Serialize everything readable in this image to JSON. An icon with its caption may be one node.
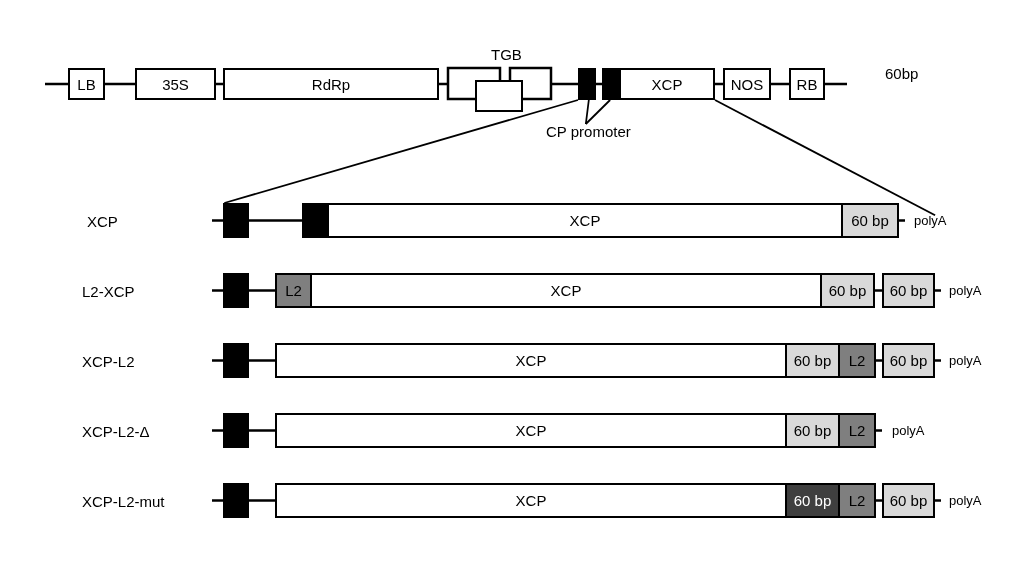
{
  "diagram": {
    "nodes": [
      {
        "text": [
          "LB"
        ]
      },
      {
        "text": [
          "35S"
        ]
      },
      {
        "text": [
          "RdRp"
        ]
      },
      {
        "text": [
          "TGB"
        ]
      },
      {
        "text": [],
        "shape": "box"
      },
      {
        "text": [],
        "shape": "box"
      },
      {
        "text": [],
        "shape": "box"
      },
      {
        "text": [
          "XCP"
        ]
      },
      {
        "text": [
          "NOS"
        ]
      },
      {
        "text": [
          "RB"
        ]
      },
      {
        "text": [
          "CP promoter"
        ]
      },
      {
        "text": [],
        "shape": "box"
      },
      {
        "text": [],
        "shape": "box"
      },
      {
        "text": [
          "XCP"
        ]
      },
      {
        "text": [
          "60 bp"
        ]
      },
      {
        "text": [],
        "shape": "box"
      },
      {
        "text": [
          "L2"
        ]
      },
      {
        "text": [
          "XCP"
        ]
      },
      {
        "text": [
          "60 bp"
        ]
      },
      {
        "text": [
          "60 bp"
        ]
      },
      {
        "text": [],
        "shape": "box"
      },
      {
        "text": [
          "XCP"
        ]
      },
      {
        "text": [
          "60 bp"
        ]
      },
      {
        "text": [
          "L2"
        ]
      },
      {
        "text": [
          "60 bp"
        ]
      },
      {
        "text": [],
        "shape": "box"
      },
      {
        "text": [
          "XCP"
        ]
      },
      {
        "text": [
          "60 bp"
        ]
      },
      {
        "text": [
          "L2"
        ]
      },
      {
        "text": [],
        "shape": "box"
      },
      {
        "text": [
          "XCP"
        ]
      },
      {
        "text": [
          "60 bp"
        ]
      },
      {
        "text": [
          "L2"
        ]
      },
      {
        "text": [
          "60 bp"
        ]
      },
      {
        "text": [
          "polyA"
        ]
      }
    ],
    "edges": [
      {
        "from": 10,
        "to": 5,
        "arrow": "none"
      },
      {
        "from": 10,
        "to": 6,
        "arrow": "none"
      },
      {
        "from": 5,
        "to": 11,
        "arrow": "none"
      },
      {
        "from": 7,
        "to": 34,
        "arrow": "none"
      }
    ],
    "labels": [
      "60bp",
      "XCP",
      "L2-XCP",
      "polyA",
      "XCP-L2",
      "polyA",
      "XCP-L2-Δ",
      "polyA",
      "XCP-L2-mut",
      "polyA"
    ]
  }
}
